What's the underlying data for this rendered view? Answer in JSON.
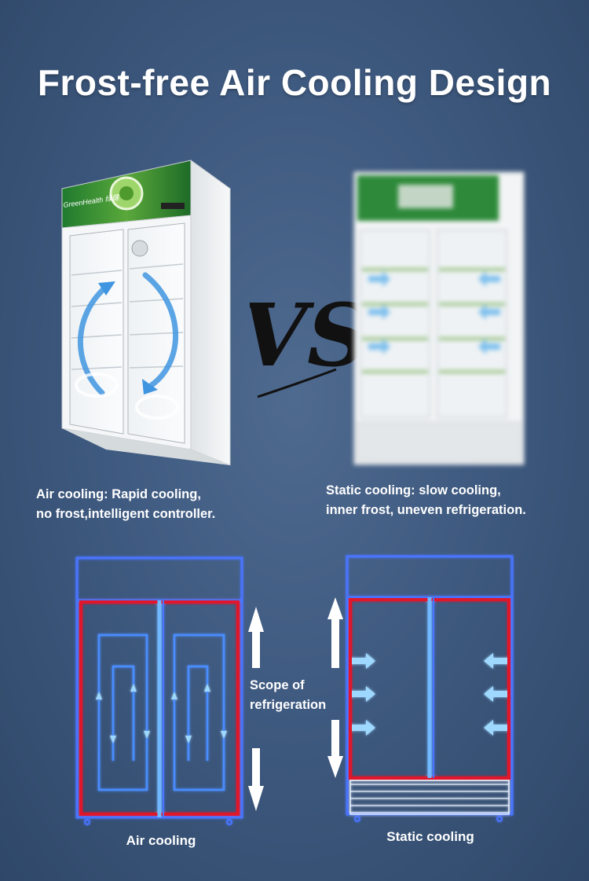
{
  "title": "Frost-free Air Cooling Design",
  "vs_text": "VS",
  "left_fridge": {
    "brand_text": "GreenHealth 绿健",
    "caption_line1": "Air cooling: Rapid cooling,",
    "caption_line2": "no frost,intelligent controller."
  },
  "right_fridge": {
    "caption_line1": "Static cooling: slow cooling,",
    "caption_line2": "inner frost, uneven refrigeration."
  },
  "diagram": {
    "scope_line1": "Scope of",
    "scope_line2": "refrigeration",
    "air_label": "Air cooling",
    "static_label": "Static cooling"
  },
  "colors": {
    "outline_blue": "#3f6cff",
    "scope_red": "#e0122a",
    "arrow_light_blue": "#9fd8ff",
    "header_green": "#2e8a3a"
  }
}
